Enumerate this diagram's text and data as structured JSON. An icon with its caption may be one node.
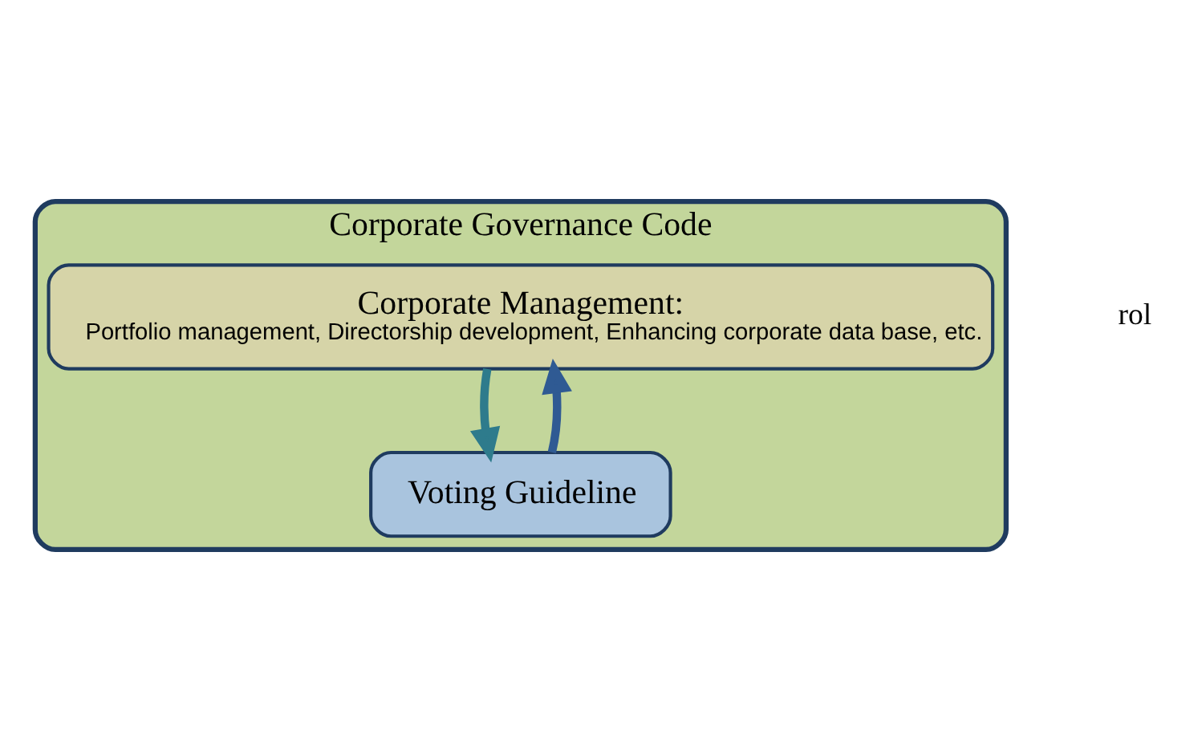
{
  "diagram": {
    "nodes": [
      {
        "text": [
          "Corporate Governance Code"
        ]
      },
      {
        "text": [
          "Corporate Management:",
          "Portfolio management, Directorship development, Enhancing corporate data base, etc."
        ],
        "in": 0
      },
      {
        "text": [
          "Voting Guideline"
        ],
        "in": 0
      }
    ],
    "edges": [
      {
        "from": 1,
        "to": 2,
        "arrow": "to",
        "color": "#2e7b8c"
      },
      {
        "from": 2,
        "to": 1,
        "arrow": "to",
        "color": "#2f5a93"
      }
    ],
    "labels": [
      "rol"
    ]
  }
}
